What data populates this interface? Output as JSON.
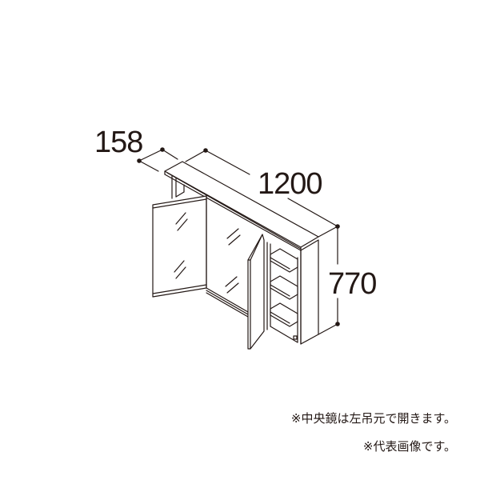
{
  "diagram": {
    "subject": "3-door mirror cabinet with open side shelves",
    "dimensions": {
      "depth": "158",
      "width": "1200",
      "height": "770"
    },
    "notes": [
      "※中央鏡は左吊元で開きます。",
      "※代表画像です。"
    ],
    "colors": {
      "line": "#231815",
      "background": "#ffffff"
    }
  }
}
